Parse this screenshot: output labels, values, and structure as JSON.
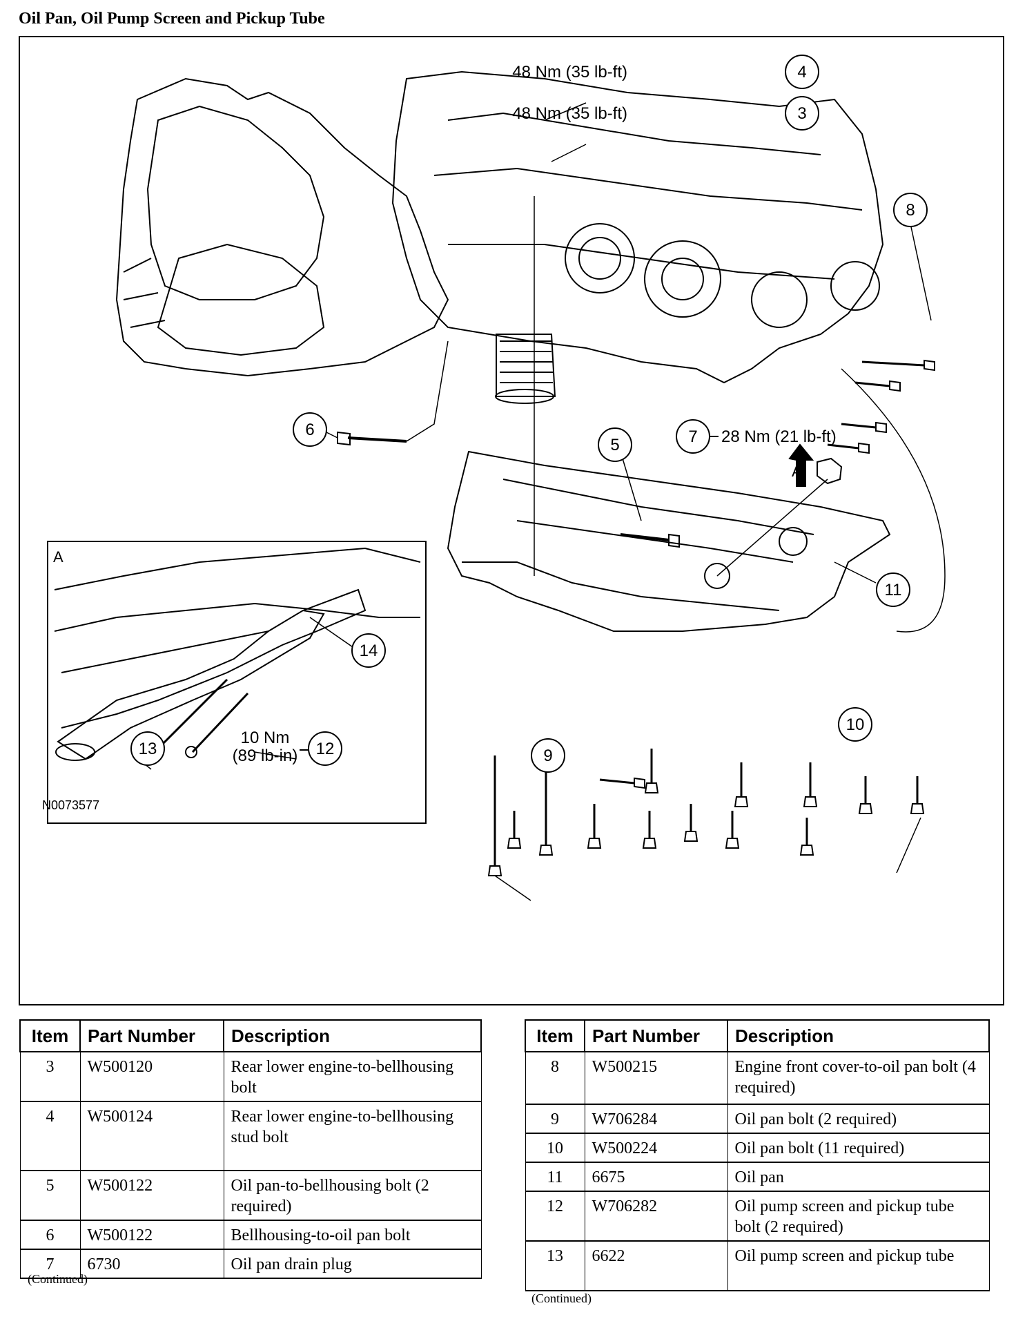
{
  "title": "Oil Pan, Oil Pump Screen and Pickup Tube",
  "figure": {
    "id": "N0073577",
    "detail_label": "A",
    "view_arrow_label": "A",
    "callouts": [
      {
        "num": "3",
        "torque": "48 Nm (35 lb-ft)"
      },
      {
        "num": "4",
        "torque": "48 Nm (35 lb-ft)"
      },
      {
        "num": "5",
        "torque": ""
      },
      {
        "num": "6",
        "torque": ""
      },
      {
        "num": "7",
        "torque": "28 Nm (21 lb-ft)"
      },
      {
        "num": "8",
        "torque": ""
      },
      {
        "num": "9",
        "torque": ""
      },
      {
        "num": "10",
        "torque": ""
      },
      {
        "num": "11",
        "torque": ""
      },
      {
        "num": "12",
        "torque": "10 Nm",
        "torque2": "(89 lb-in)"
      },
      {
        "num": "13",
        "torque": ""
      },
      {
        "num": "14",
        "torque": ""
      }
    ]
  },
  "table": {
    "headers": [
      "Item",
      "Part Number",
      "Description"
    ],
    "left_rows": [
      {
        "item": "3",
        "part": "W500120",
        "desc": "Rear lower engine-to-bellhousing bolt"
      },
      {
        "item": "4",
        "part": "W500124",
        "desc": "Rear lower engine-to-bellhousing stud bolt"
      },
      {
        "item": "5",
        "part": "W500122",
        "desc": "Oil pan-to-bellhousing bolt (2 required)"
      },
      {
        "item": "6",
        "part": "W500122",
        "desc": "Bellhousing-to-oil pan bolt"
      },
      {
        "item": "7",
        "part": "6730",
        "desc": "Oil pan drain plug"
      }
    ],
    "right_rows": [
      {
        "item": "8",
        "part": "W500215",
        "desc": "Engine front cover-to-oil pan bolt (4 required)"
      },
      {
        "item": "9",
        "part": "W706284",
        "desc": "Oil pan bolt (2 required)"
      },
      {
        "item": "10",
        "part": "W500224",
        "desc": "Oil pan bolt (11 required)"
      },
      {
        "item": "11",
        "part": "6675",
        "desc": "Oil pan"
      },
      {
        "item": "12",
        "part": "W706282",
        "desc": "Oil pump screen and pickup tube bolt (2 required)"
      },
      {
        "item": "13",
        "part": "6622",
        "desc": "Oil pump screen and pickup tube"
      }
    ],
    "continued_left": "(Continued)",
    "continued_right": "(Continued)"
  }
}
